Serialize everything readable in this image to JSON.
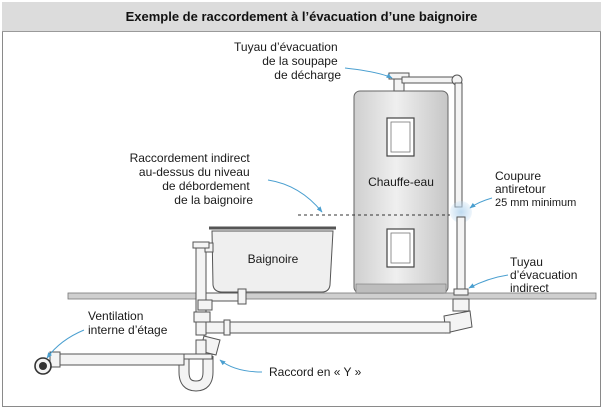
{
  "title": "Exemple de raccordement à l’évacuation d’une baignoire",
  "labels": {
    "relief_pipe": [
      "Tuyau d’évacuation",
      "de la soupape",
      "de décharge"
    ],
    "indirect_connection": [
      "Raccordement indirect",
      "au-dessus du niveau",
      "de débordement",
      "de la baignoire"
    ],
    "water_heater": "Chauffe-eau",
    "air_gap": [
      "Coupure",
      "antiretour"
    ],
    "air_gap_size": "25 mm minimum",
    "bathtub": "Baignoire",
    "indirect_drain": [
      "Tuyau",
      "d’évacuation",
      "indirect"
    ],
    "vent": [
      "Ventilation",
      "interne d’étage"
    ],
    "wye": "Raccord en « Y »"
  },
  "colors": {
    "pipe_fill": "#f4f4f4",
    "pipe_stroke": "#555555",
    "heater_fill": "#e2e2e2",
    "floor_fill": "#cfcfcf",
    "leader": "#4a9fd0",
    "air_gap_glow": "#bcd9f0"
  }
}
